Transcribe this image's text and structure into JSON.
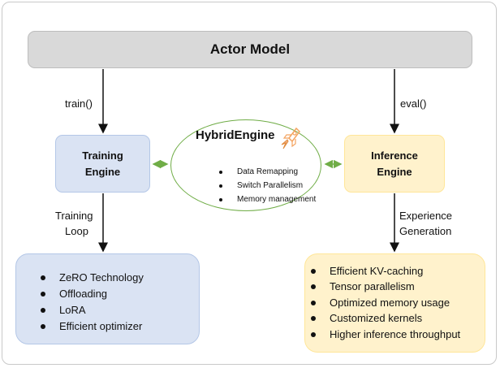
{
  "actor_model": {
    "label": "Actor Model"
  },
  "edges": {
    "train": "train()",
    "eval": "eval()",
    "training_loop": [
      "Training",
      "Loop"
    ],
    "experience_generation": [
      "Experience",
      "Generation"
    ]
  },
  "training_engine": {
    "lines": [
      "Training",
      "Engine"
    ]
  },
  "inference_engine": {
    "lines": [
      "Inference",
      "Engine"
    ]
  },
  "hybrid_engine": {
    "title": "HybridEngine",
    "icon": "rocket-icon",
    "items": [
      "Data Remapping",
      "Switch Parallelism",
      "Memory management"
    ]
  },
  "training_features": {
    "items": [
      "ZeRO Technology",
      "Offloading",
      "LoRA",
      "Efficient optimizer"
    ]
  },
  "inference_features": {
    "items": [
      "Efficient KV-caching",
      "Tensor parallelism",
      "Optimized memory usage",
      "Customized kernels",
      "Higher inference throughput"
    ]
  },
  "colors": {
    "actor_fill": "#d9d9d9",
    "training_fill": "#dae3f3",
    "inference_fill": "#fff2cc",
    "hybrid_border": "#70ad47",
    "link_arrow": "#70ad47",
    "icon_orange": "#f4b183"
  }
}
